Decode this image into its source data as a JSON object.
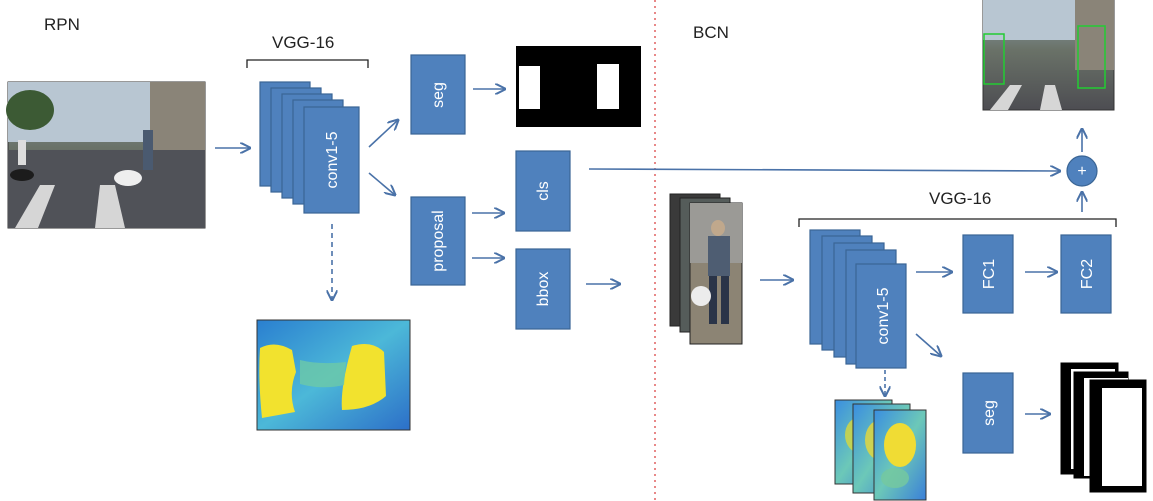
{
  "labels": {
    "rpn": "RPN",
    "bcn": "BCN",
    "vgg_left": "VGG-16",
    "vgg_right": "VGG-16",
    "conv_left": "conv1-5",
    "conv_right": "conv1-5",
    "seg_top": "seg",
    "proposal": "proposal",
    "cls": "cls",
    "bbox": "bbox",
    "fc1": "FC1",
    "fc2": "FC2",
    "seg_bottom": "seg",
    "plus": "+"
  },
  "colors": {
    "box_fill": "#4f81bd",
    "arrow": "#4a72a8",
    "divider": "#e06060"
  }
}
